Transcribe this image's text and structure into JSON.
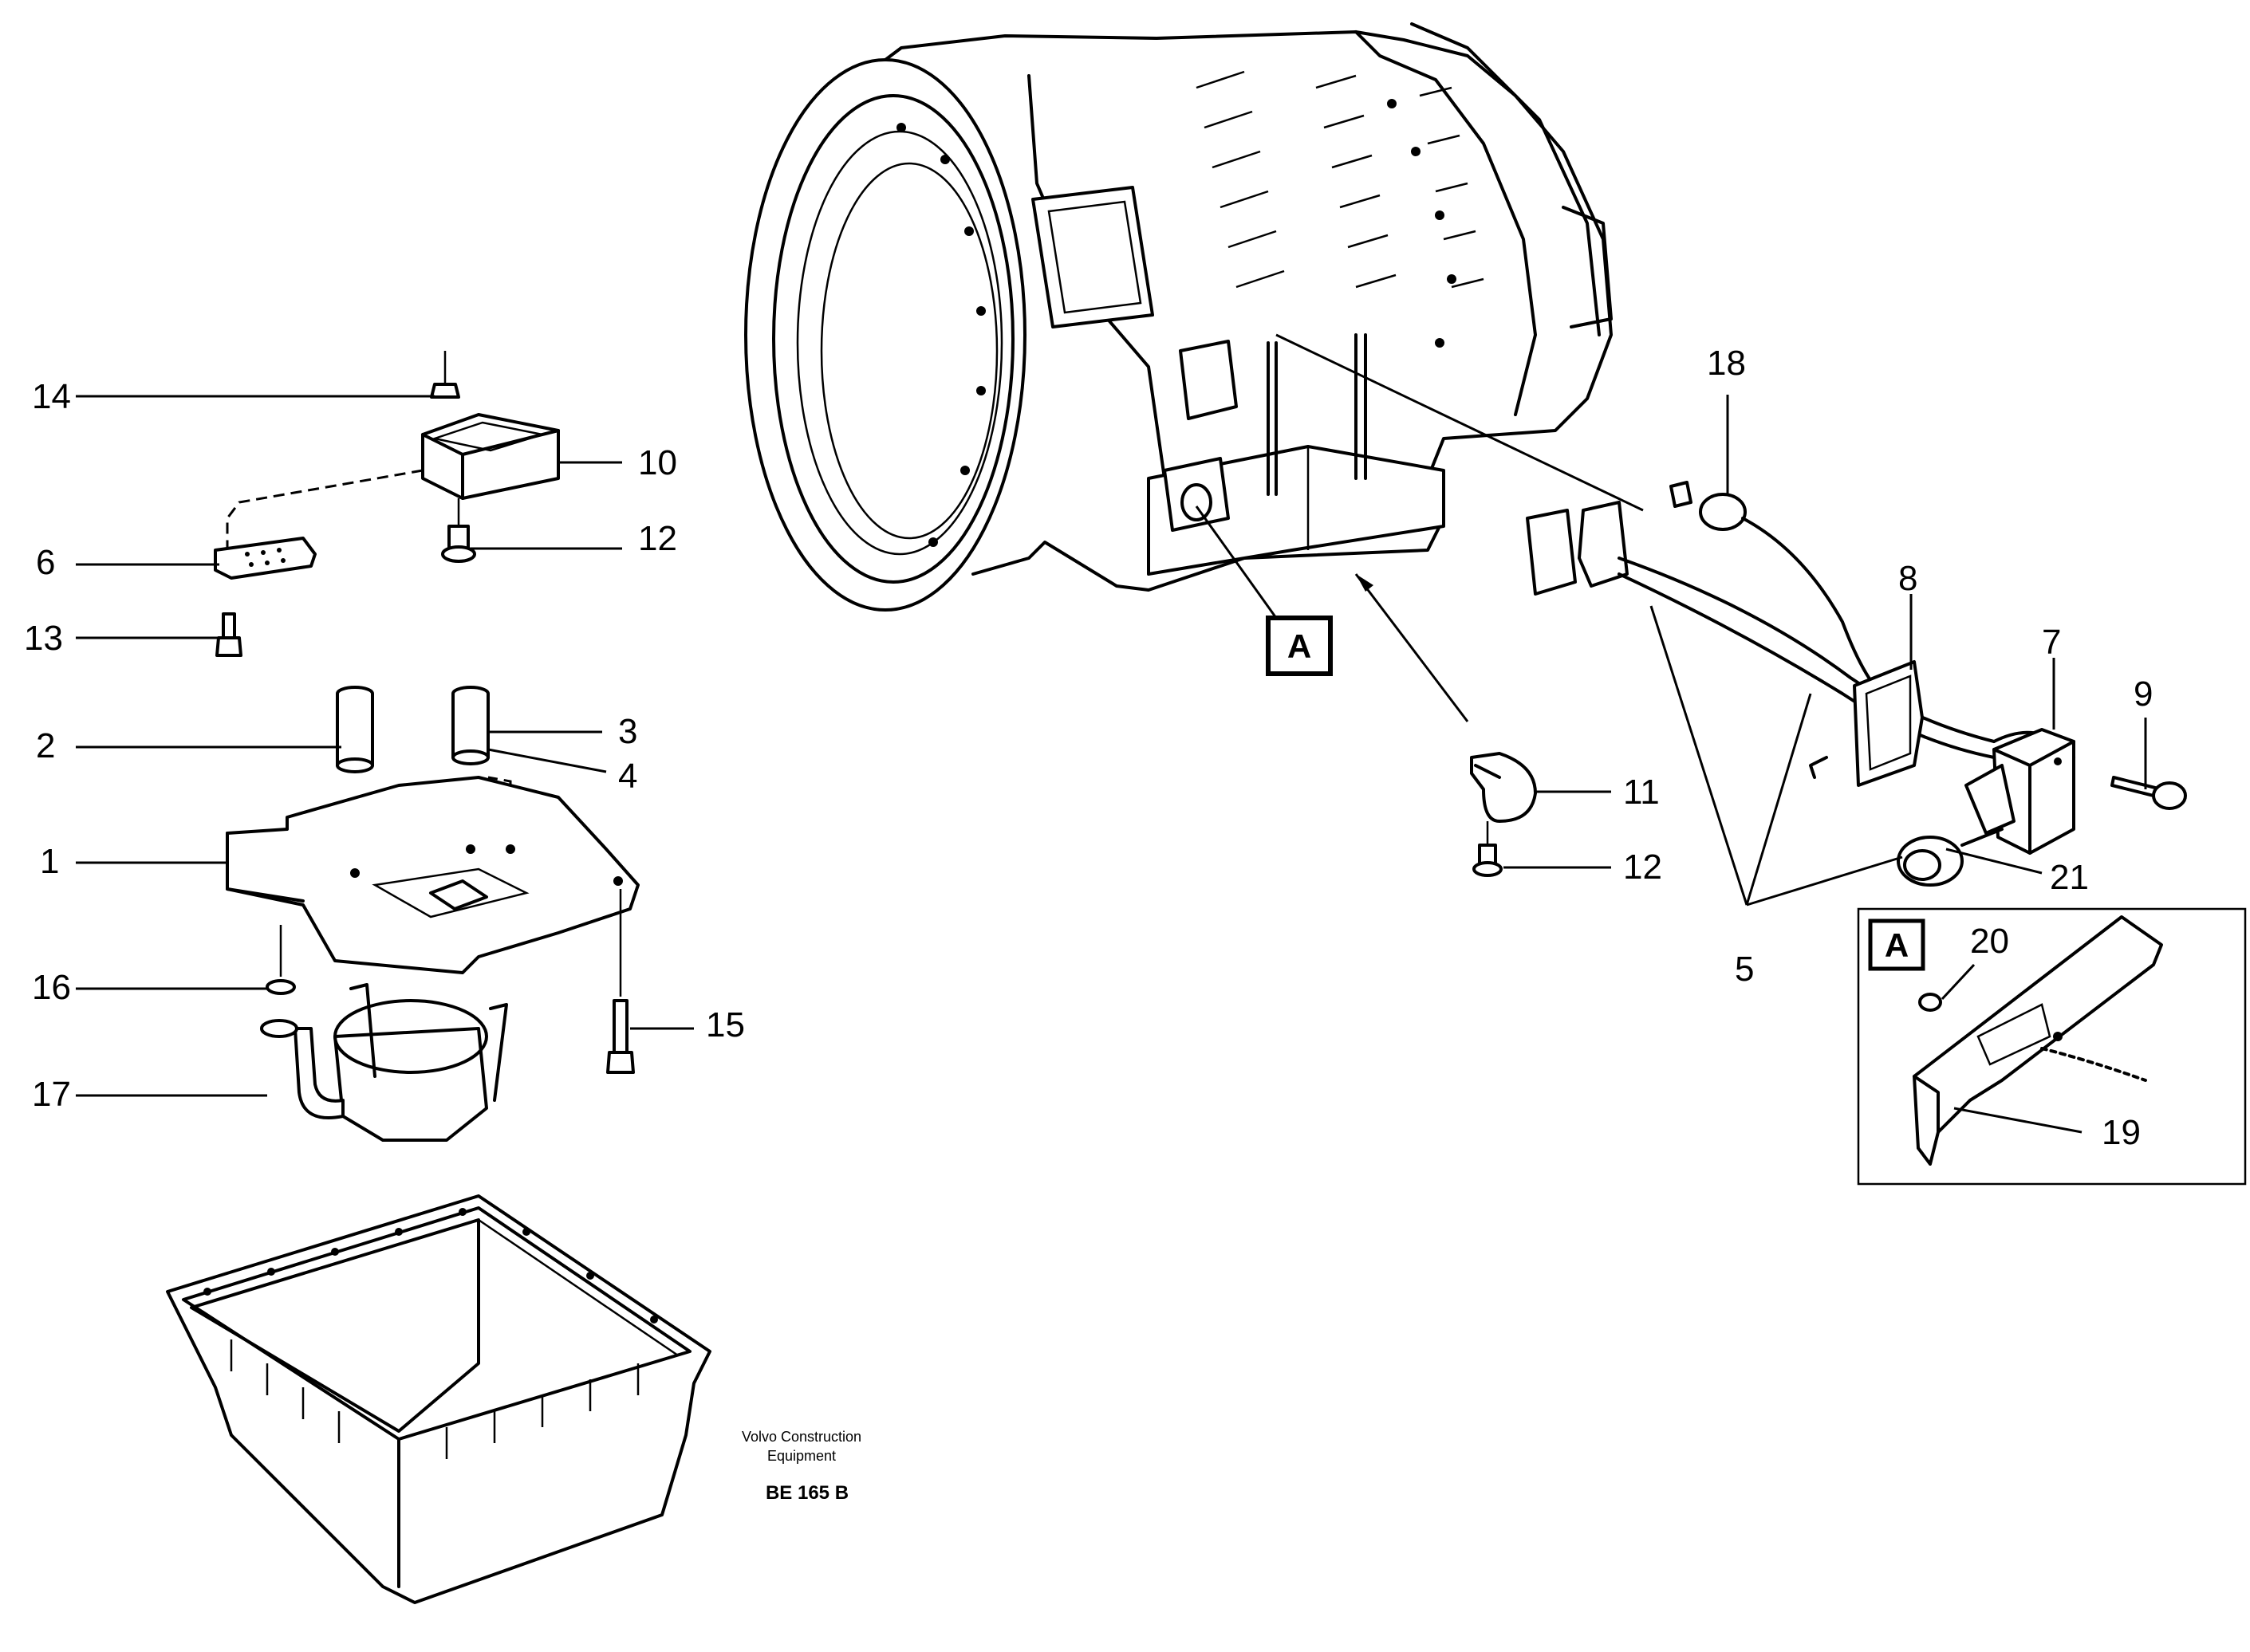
{
  "callouts": {
    "c1": "1",
    "c2": "2",
    "c3": "3",
    "c4": "4",
    "c5": "5",
    "c6": "6",
    "c7": "7",
    "c8": "8",
    "c9": "9",
    "c10": "10",
    "c11": "11",
    "c12a": "12",
    "c12b": "12",
    "c13": "13",
    "c14": "14",
    "c15": "15",
    "c16": "16",
    "c17": "17",
    "c18": "18",
    "c19": "19",
    "c20": "20",
    "c21": "21"
  },
  "view_labels": {
    "main": "A",
    "detail": "A"
  },
  "credit": {
    "line1": "Volvo Construction",
    "line2": "Equipment"
  },
  "drawing_code": "BE 165 B"
}
